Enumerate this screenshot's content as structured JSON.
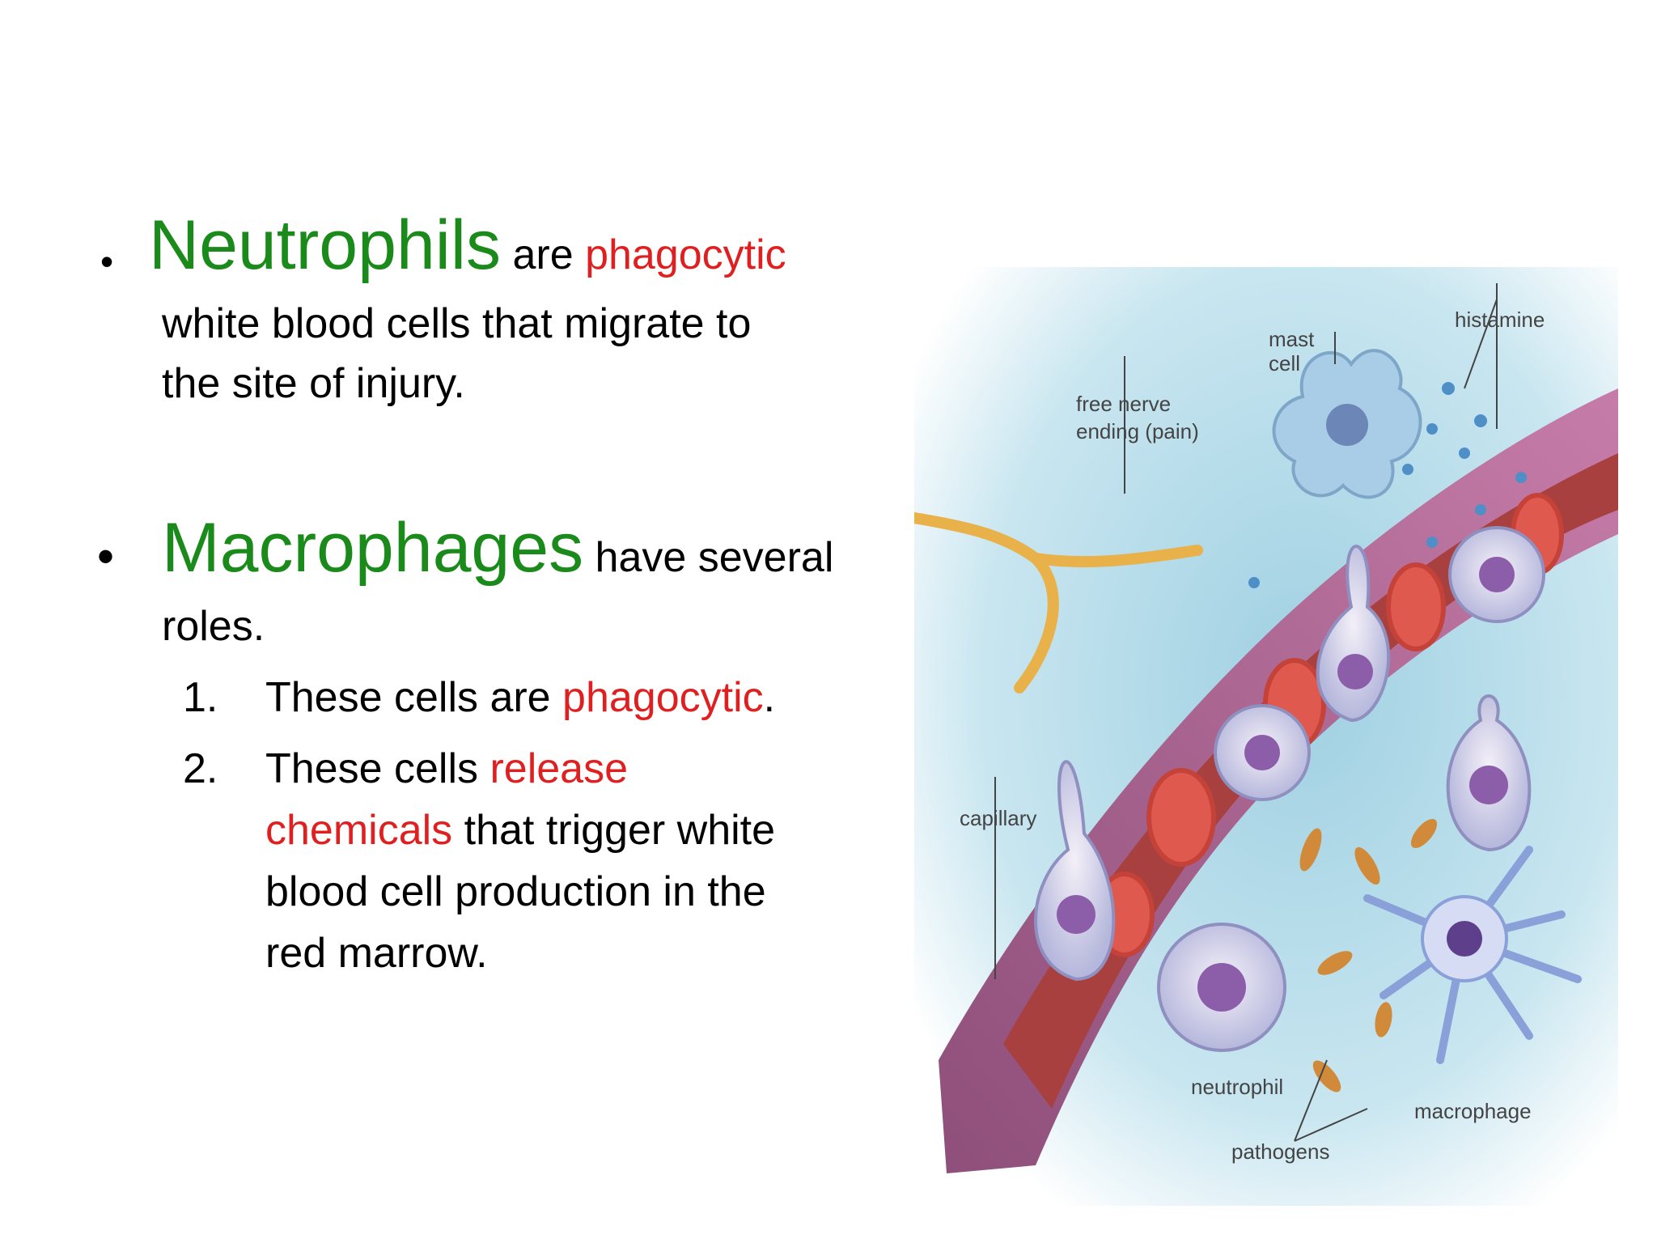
{
  "bullets": [
    {
      "term": "Neutrophils",
      "connector": "are",
      "highlight": "phagocytic",
      "line2": "white blood cells that migrate to",
      "line3": "the site of injury."
    },
    {
      "term": "Macrophages",
      "rest": "have several",
      "line2": "roles.",
      "sub_items": [
        {
          "number": "1.",
          "prefix": "These cells are ",
          "highlight": "phagocytic",
          "suffix": "."
        },
        {
          "number": "2.",
          "prefix": "These cells ",
          "highlight_a": "release",
          "highlight_b": "chemicals",
          "rest_line2": " that trigger white",
          "line3": "blood cell production in the",
          "line4": "red marrow."
        }
      ]
    }
  ],
  "figure": {
    "labels": {
      "histamine": "histamine",
      "mast_cell_1": "mast",
      "mast_cell_2": "cell",
      "nerve_1": "free nerve",
      "nerve_2": "ending (pain)",
      "capillary": "capillary",
      "neutrophil": "neutrophil",
      "pathogens": "pathogens",
      "macrophage": "macrophage"
    }
  },
  "colors": {
    "term_green": "#1a8a1a",
    "highlight_red": "#e02020",
    "tissue_blue": "#bfe0ec",
    "vessel_pink": "#b46a9a",
    "lumen_red": "#a8403f",
    "nerve_yellow": "#e8b14a"
  }
}
